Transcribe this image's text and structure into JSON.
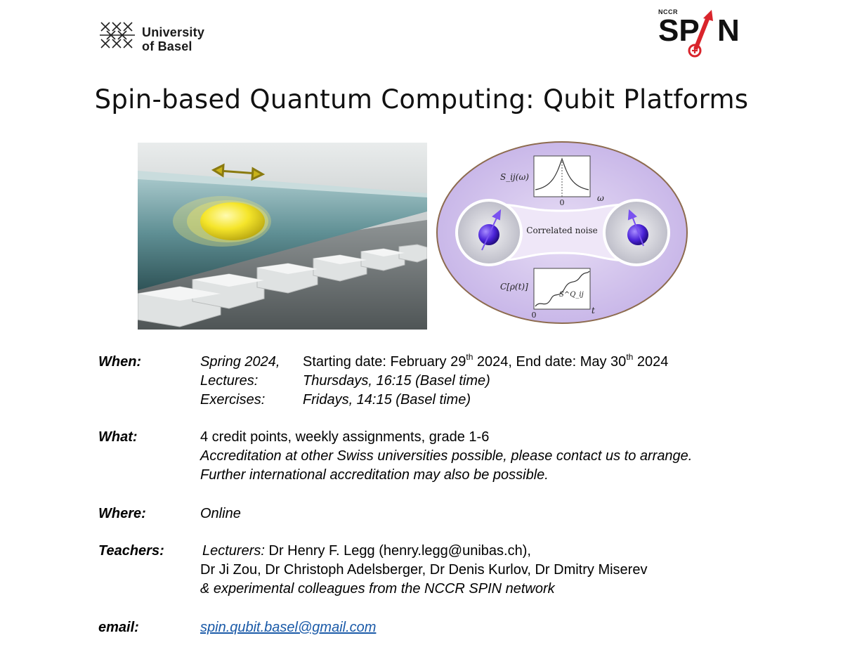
{
  "logos": {
    "university_line1": "University",
    "university_line2": "of Basel",
    "nccr": "NCCR",
    "spin_word": "SPIN"
  },
  "title": "Spin-based Quantum Computing: Qubit Platforms",
  "figure_right": {
    "spectral_label": "S_ij(ω)",
    "spectral_zero": "0",
    "spectral_axis": "ω",
    "center_label": "Correlated noise",
    "bottom_label": "C[ρ(t)]",
    "bottom_inset": "S^Q_ij",
    "bottom_zero": "0",
    "bottom_axis": "t"
  },
  "when": {
    "label": "When:",
    "term": "Spring 2024,",
    "start_prefix": "Starting date: February 29",
    "start_sup": "th",
    "start_mid": " 2024, End date: May 30",
    "end_sup": "th",
    "end_suffix": " 2024",
    "lectures_label": "Lectures:",
    "lectures_value": "Thursdays, 16:15 (Basel time)",
    "exercises_label": "Exercises:",
    "exercises_value": "Fridays, 14:15 (Basel time)"
  },
  "what": {
    "label": "What:",
    "line1": "4 credit points, weekly assignments, grade 1-6",
    "line2": "Accreditation at other Swiss universities possible, please contact us to arrange.",
    "line3": "Further international accreditation may also be possible."
  },
  "where": {
    "label": "Where:",
    "value": "Online"
  },
  "teachers": {
    "label": "Teachers:",
    "lecturers_prefix": "Lecturers:",
    "line1_rest": " Dr Henry F. Legg (henry.legg@unibas.ch),",
    "line2": "Dr Ji Zou, Dr Christoph Adelsberger, Dr Denis Kurlov, Dr Dmitry Miserev",
    "line3": "& experimental colleagues from the NCCR SPIN network"
  },
  "email": {
    "label": "email:",
    "address": "spin.qubit.basel@gmail.com"
  }
}
